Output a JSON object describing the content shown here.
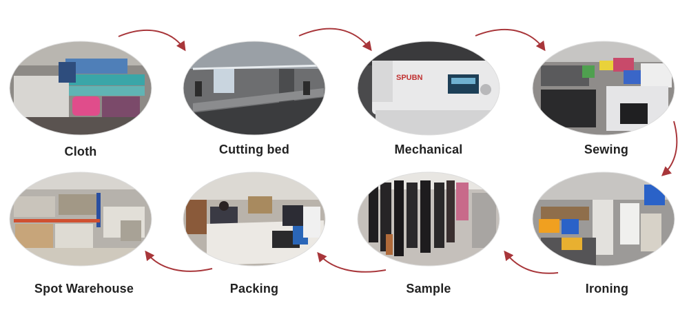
{
  "title": "",
  "colors": {
    "arrow": "#a8363a",
    "label_text": "#222222",
    "background": "#ffffff"
  },
  "steps": [
    {
      "id": "cloth",
      "label": "Cloth",
      "photo": "stacked fabric rolls in a storeroom"
    },
    {
      "id": "cutting-bed",
      "label": "Cutting bed",
      "photo": "factory hall with long cutting tables"
    },
    {
      "id": "mechanical",
      "label": "Mechanical",
      "photo": "industrial sewing machine head",
      "machine_brand": "SPUBN"
    },
    {
      "id": "sewing",
      "label": "Sewing",
      "photo": "sewing floor with garments piled on tables"
    },
    {
      "id": "ironing",
      "label": "Ironing",
      "photo": "ironing station with blue bins"
    },
    {
      "id": "sample",
      "label": "Sample",
      "photo": "rack of black sample garments"
    },
    {
      "id": "packing",
      "label": "Packing",
      "photo": "workers packing at a table"
    },
    {
      "id": "spot-warehouse",
      "label": "Spot Warehouse",
      "photo": "warehouse shelves stacked with bagged goods"
    }
  ],
  "flow": [
    {
      "from": "cloth",
      "to": "cutting-bed"
    },
    {
      "from": "cutting-bed",
      "to": "mechanical"
    },
    {
      "from": "mechanical",
      "to": "sewing"
    },
    {
      "from": "sewing",
      "to": "ironing"
    },
    {
      "from": "ironing",
      "to": "sample"
    },
    {
      "from": "sample",
      "to": "packing"
    },
    {
      "from": "packing",
      "to": "spot-warehouse"
    }
  ]
}
